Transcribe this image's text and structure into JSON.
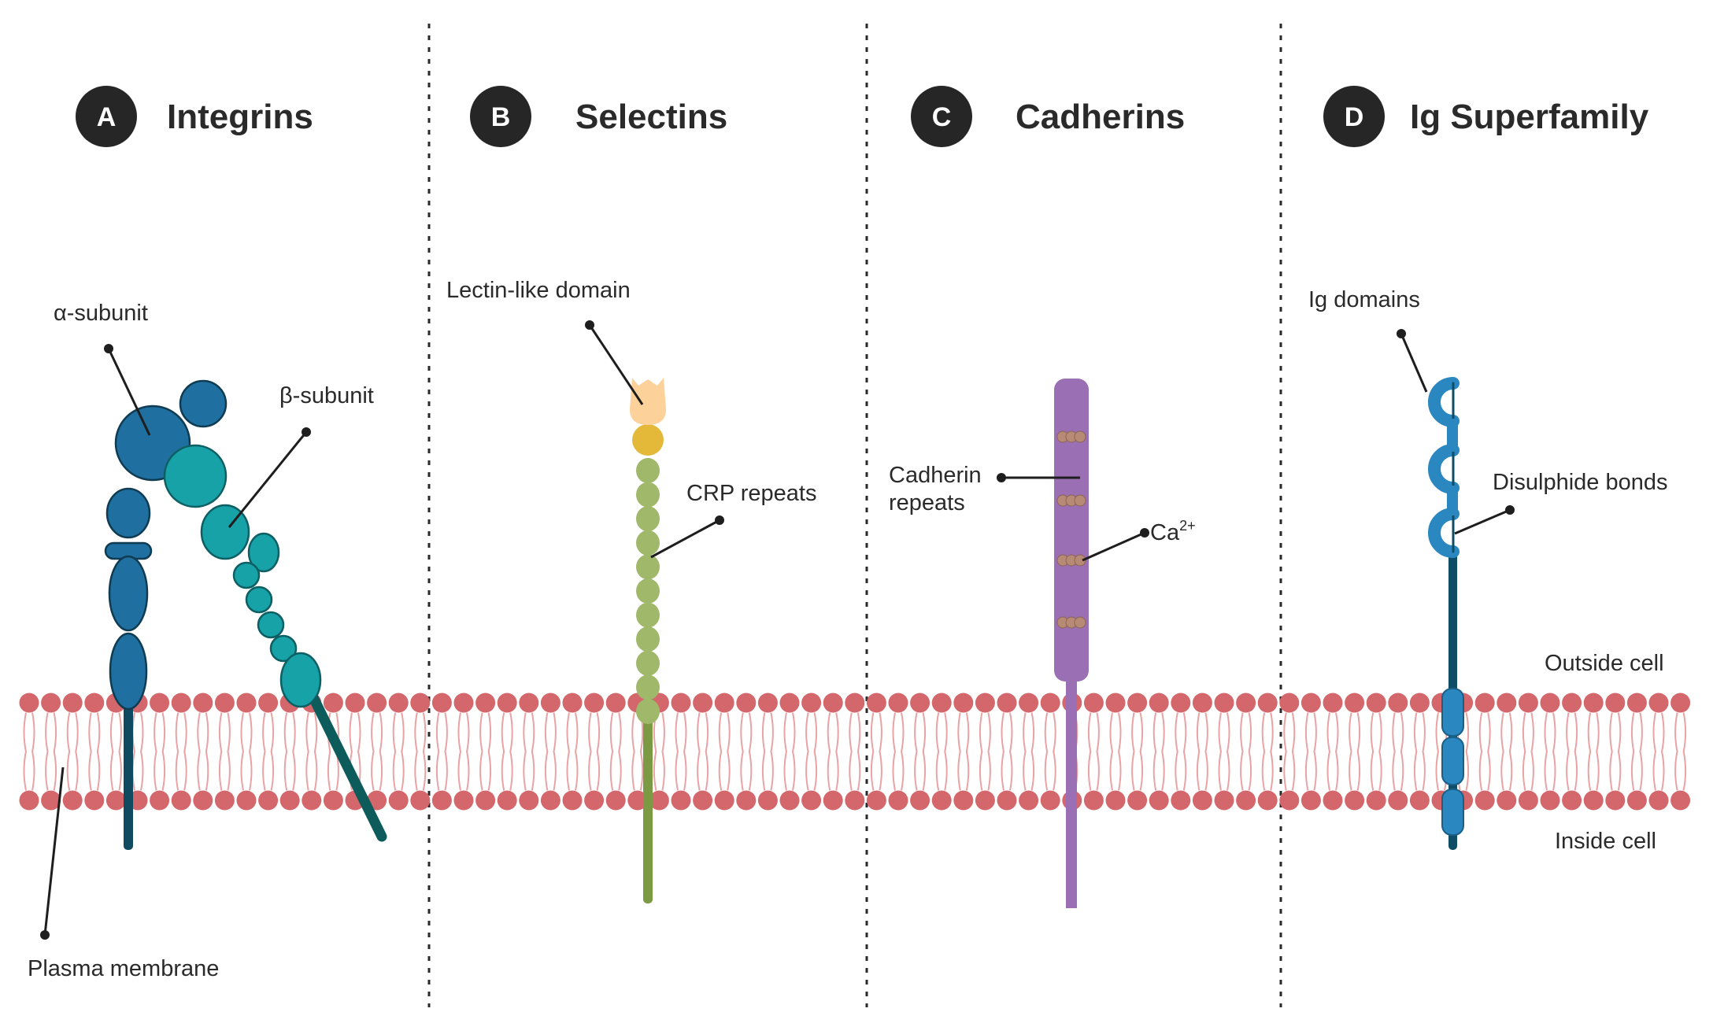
{
  "panels": [
    {
      "letter": "A",
      "title": "Integrins"
    },
    {
      "letter": "B",
      "title": "Selectins"
    },
    {
      "letter": "C",
      "title": "Cadherins"
    },
    {
      "letter": "D",
      "title": "Ig Superfamily"
    }
  ],
  "labels": {
    "alpha_subunit": "α-subunit",
    "beta_subunit": "β-subunit",
    "plasma_membrane": "Plasma membrane",
    "lectin_like_domain": "Lectin-like domain",
    "crp_repeats": "CRP repeats",
    "cadherin_repeats_line1": "Cadherin",
    "cadherin_repeats_line2": "repeats",
    "calcium": "Ca",
    "calcium_charge": "2+",
    "ig_domains": "Ig domains",
    "disulphide_bonds": "Disulphide bonds",
    "outside_cell": "Outside cell",
    "inside_cell": "Inside cell"
  },
  "colors": {
    "badge": "#262626",
    "membrane_head": "#d4676b",
    "membrane_tail": "#e9a3a5",
    "integrin_alpha": "#1f6fa1",
    "integrin_alpha_stalk": "#0f4a60",
    "integrin_beta": "#17a2a8",
    "integrin_beta_stalk": "#0e5b5c",
    "selectin_lectin": "#fcd29a",
    "selectin_egf": "#e4b93a",
    "selectin_crp": "#9fb86a",
    "selectin_stalk": "#7c9a44",
    "cadherin": "#9b6fb4",
    "calcium_ion": "#b78a76",
    "ig_domain": "#2a87bf",
    "ig_stalk": "#0f4d66"
  }
}
